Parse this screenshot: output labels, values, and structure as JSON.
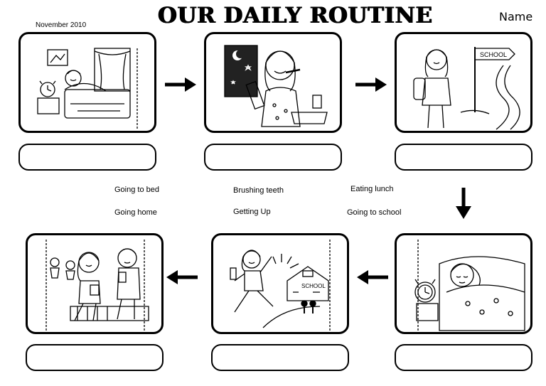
{
  "header": {
    "title": "OUR DAILY ROUTINE",
    "date": "November 2010",
    "name_label": "Name"
  },
  "word_bank": [
    "Going to bed",
    "Brushing teeth",
    "Eating lunch",
    "Going home",
    "Getting Up",
    "Going to school"
  ],
  "panels": [
    {
      "order": 1,
      "picture": "waking-up-in-bed-icon"
    },
    {
      "order": 2,
      "picture": "brushing-teeth-icon"
    },
    {
      "order": 3,
      "picture": "walking-to-school-sign-icon"
    },
    {
      "order": 4,
      "picture": "sleeping-in-bed-icon"
    },
    {
      "order": 5,
      "picture": "running-from-school-icon"
    },
    {
      "order": 6,
      "picture": "eating-lunch-icon"
    }
  ],
  "sign_text": "SCHOOL",
  "school_building_text": "SCHOOL",
  "answer_boxes": [
    "",
    "",
    "",
    "",
    "",
    ""
  ]
}
